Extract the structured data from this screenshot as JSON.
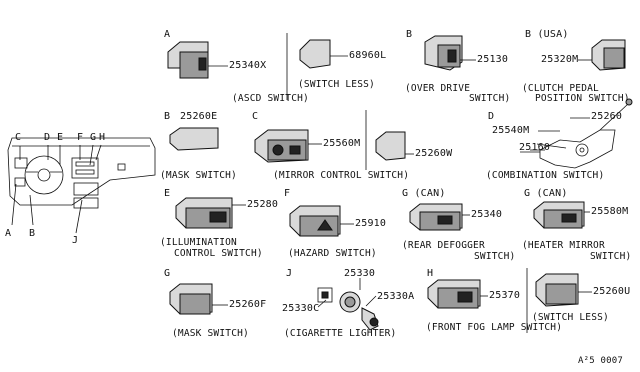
{
  "letters": {
    "ascd": "A",
    "over_drive": "B",
    "usa": "B (USA)",
    "mask_b": "B",
    "mirror": "C",
    "combination": "D",
    "illumination": "E",
    "hazard": "F",
    "rear_defogger": "G (CAN)",
    "heater_mirror": "G (CAN)",
    "mask_g": "G",
    "cigarette": "J",
    "front_fog": "H"
  },
  "dash_letters": [
    "C",
    "D",
    "E",
    "F",
    "G",
    "H",
    "A",
    "B",
    "J"
  ],
  "parts": {
    "p25340x": "25340X",
    "p68960l": "68960L",
    "p25130": "25130",
    "p25320m": "25320M",
    "p25260e": "25260E",
    "p25560m": "25560M",
    "p25260w": "25260W",
    "p25260": "25260",
    "p25540m": "25540M",
    "p25160": "25160",
    "p25280": "25280",
    "p25910": "25910",
    "p25340": "25340",
    "p25580m": "25580M",
    "p25260f": "25260F",
    "p25330": "25330",
    "p25330c": "25330C",
    "p25330a": "25330A",
    "p25370": "25370",
    "p25260u": "25260U"
  },
  "captions": {
    "ascd_switch": "(ASCD SWITCH)",
    "switch_less_1": "(SWITCH LESS)",
    "over_drive_1": "(OVER DRIVE",
    "over_drive_2": "SWITCH)",
    "clutch_1": "(CLUTCH PEDAL",
    "clutch_2": "POSITION SWITCH)",
    "mask_switch_1": "(MASK SWITCH)",
    "mirror_control": "(MIRROR CONTROL SWITCH)",
    "combination": "(COMBINATION SWITCH)",
    "illumination_1": "(ILLUMINATION",
    "illumination_2": "CONTROL SWITCH)",
    "hazard": "(HAZARD SWITCH)",
    "rear_defogger_1": "(REAR DEFOGGER",
    "rear_defogger_2": "SWITCH)",
    "heater_mirror_1": "(HEATER MIRROR",
    "heater_mirror_2": "SWITCH)",
    "mask_switch_2": "(MASK SWITCH)",
    "cigarette": "(CIGARETTE LIGHTER)",
    "front_fog": "(FRONT FOG LAMP SWITCH)",
    "switch_less_2": "(SWITCH LESS)"
  },
  "footer_code": "A²5   0007"
}
